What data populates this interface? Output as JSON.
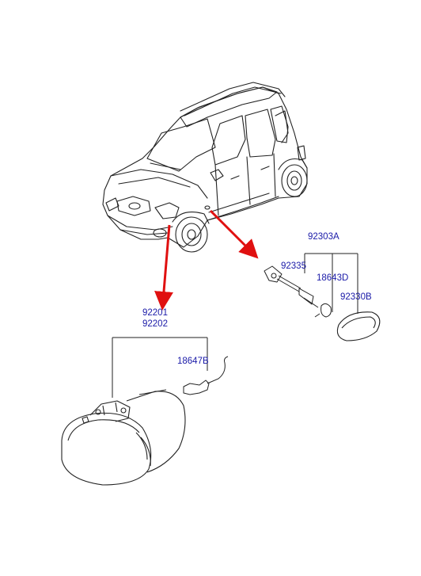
{
  "part_labels": {
    "side_repeater_assy": "92303A",
    "socket_assy": "92335",
    "bulb_side": "18643D",
    "lens_side": "92330B",
    "fog_lamp_lh": "92201",
    "fog_lamp_rh": "92202",
    "bulb_fog": "18647B"
  },
  "colors": {
    "label_text": "#1a1aa8",
    "arrow": "#e01010",
    "line_art": "#222222"
  }
}
